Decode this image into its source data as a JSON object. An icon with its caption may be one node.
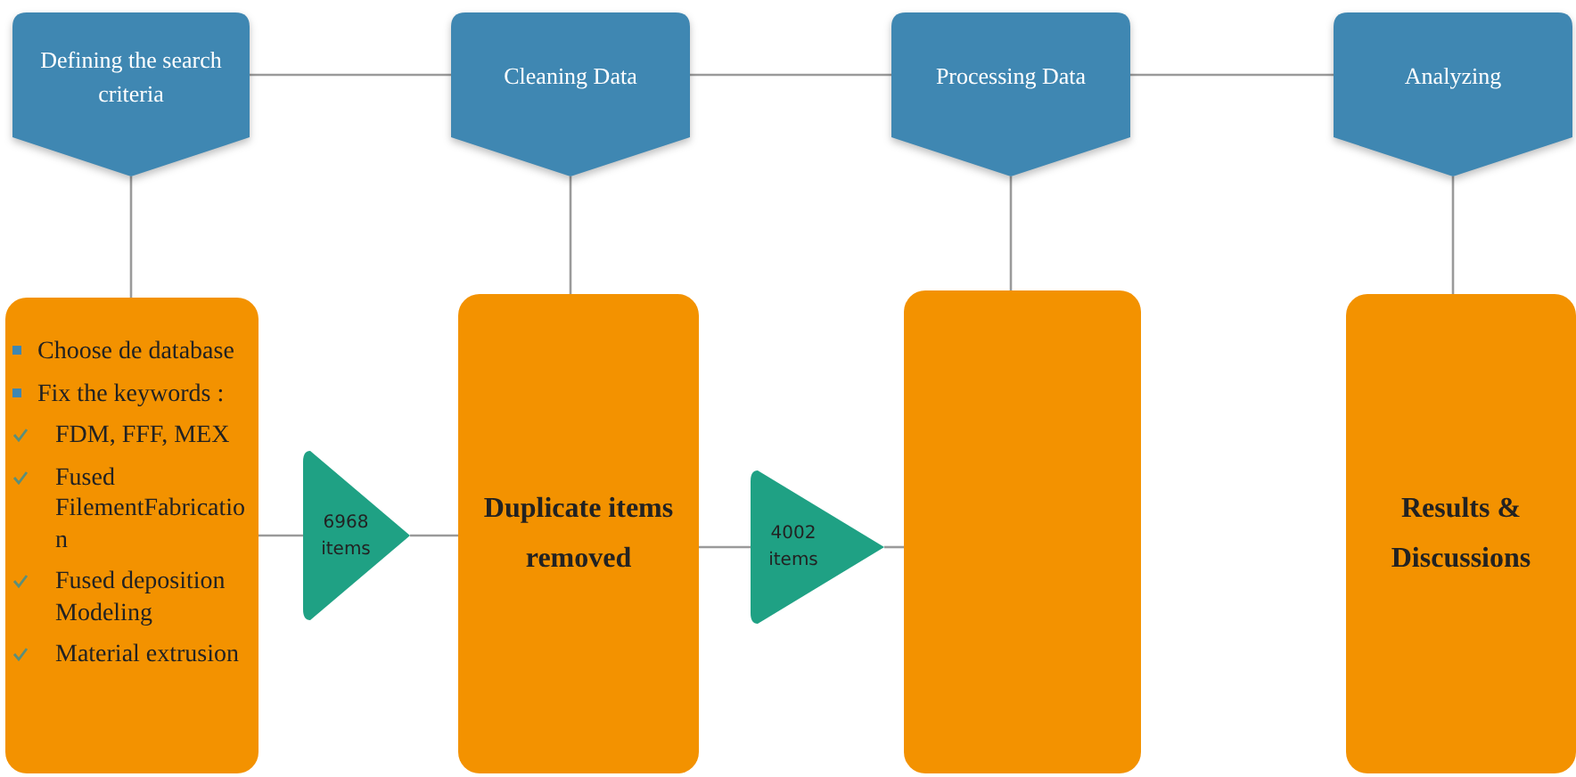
{
  "diagram": {
    "nodes": [
      {
        "text": [
          "Defining the search criteria"
        ]
      },
      {
        "text": [
          "Cleaning Data"
        ]
      },
      {
        "text": [
          "Processing Data"
        ]
      },
      {
        "text": [
          "Analyzing"
        ]
      },
      {
        "text": [
          "Choose de database",
          "Fix the keywords :",
          "FDM, FFF, MEX",
          "Fused FilementFabrication",
          "Fused deposition Modeling",
          "Material extrusion"
        ]
      },
      {
        "text": [
          "Duplicate items removed"
        ]
      },
      {
        "text": [],
        "shape": "box"
      },
      {
        "text": [
          "Results & Discussions"
        ]
      },
      {
        "text": [
          "6968 items"
        ]
      },
      {
        "text": [
          "4002 items"
        ]
      }
    ],
    "edges": [
      {
        "from": 0,
        "to": 1,
        "arrow": "none"
      },
      {
        "from": 1,
        "to": 2,
        "arrow": "none"
      },
      {
        "from": 2,
        "to": 3,
        "arrow": "none"
      },
      {
        "from": 0,
        "to": 4,
        "arrow": "none"
      },
      {
        "from": 1,
        "to": 5,
        "arrow": "none"
      },
      {
        "from": 2,
        "to": 6,
        "arrow": "none"
      },
      {
        "from": 3,
        "to": 7,
        "arrow": "none"
      },
      {
        "from": 4,
        "to": 8,
        "arrow": "none"
      },
      {
        "from": 8,
        "to": 5,
        "arrow": "none"
      },
      {
        "from": 5,
        "to": 9,
        "arrow": "none"
      },
      {
        "from": 9,
        "to": 6,
        "arrow": "none"
      }
    ]
  }
}
